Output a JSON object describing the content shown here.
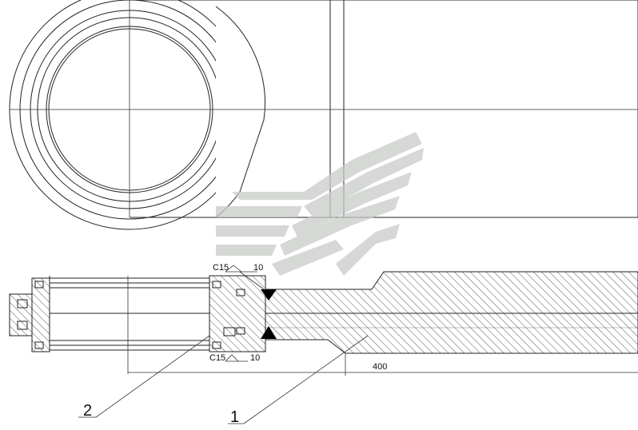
{
  "annotations": {
    "chamfer_top": "C15",
    "weld_top": "10",
    "chamfer_bottom": "C15",
    "weld_bottom": "10",
    "dimension_length": "400"
  },
  "part_labels": {
    "part_2": "2",
    "part_1": "1"
  },
  "colors": {
    "line": "#222222",
    "watermark": "#c8ccc8",
    "weld_fill": "#000000"
  }
}
